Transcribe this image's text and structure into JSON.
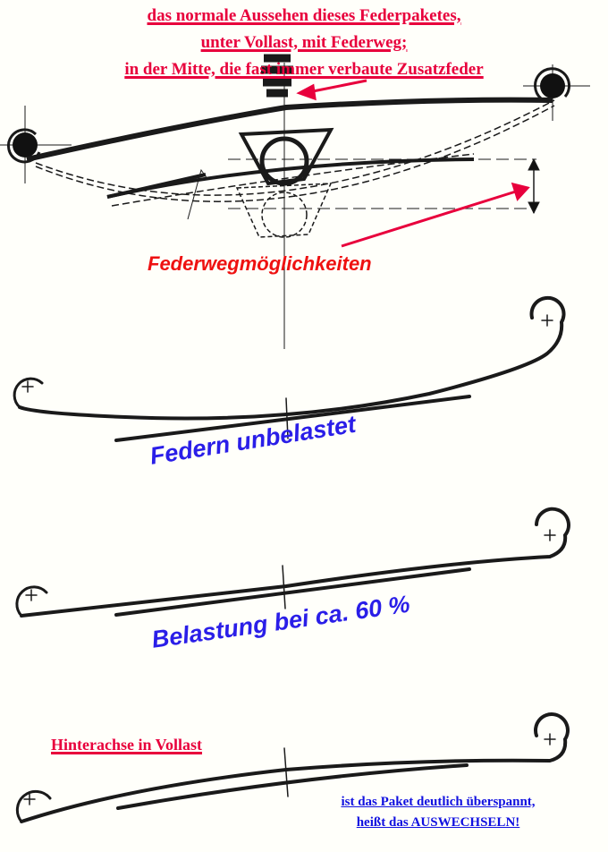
{
  "top_caption": {
    "line1": "das normale Aussehen dieses Federpaketes,",
    "line2": "unter Vollast, mit Federweg;",
    "line3": "in der Mitte, die fast immer verbaute Zusatzfeder"
  },
  "travel_label": "Federwegmöglichkeiten",
  "state_unloaded": "Federn unbelastet",
  "state_60": "Belastung bei ca. 60 %",
  "state_full": "Hinterachse in Vollast",
  "note": {
    "line1": "ist das Paket deutlich überspannt,",
    "line2": "heißt das AUSWECHSELN!"
  },
  "colors": {
    "red": "#e8003c",
    "blue": "#2a1ee8",
    "ink": "#1a1a1a"
  }
}
